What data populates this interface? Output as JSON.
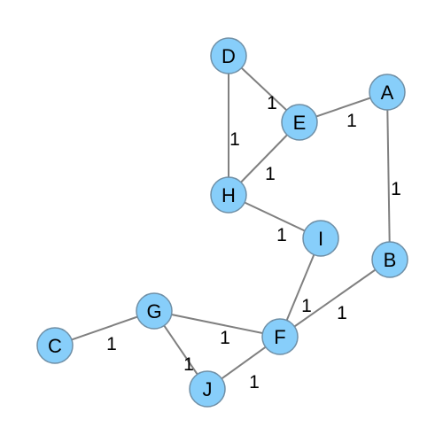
{
  "graph": {
    "nodes": [
      {
        "id": "A",
        "label": "A"
      },
      {
        "id": "B",
        "label": "B"
      },
      {
        "id": "C",
        "label": "C"
      },
      {
        "id": "D",
        "label": "D"
      },
      {
        "id": "E",
        "label": "E"
      },
      {
        "id": "F",
        "label": "F"
      },
      {
        "id": "G",
        "label": "G"
      },
      {
        "id": "H",
        "label": "H"
      },
      {
        "id": "I",
        "label": "I"
      },
      {
        "id": "J",
        "label": "J"
      }
    ],
    "edges": [
      {
        "source": "D",
        "target": "E",
        "weight": "1"
      },
      {
        "source": "D",
        "target": "H",
        "weight": "1"
      },
      {
        "source": "E",
        "target": "A",
        "weight": "1"
      },
      {
        "source": "E",
        "target": "H",
        "weight": "1"
      },
      {
        "source": "A",
        "target": "B",
        "weight": "1"
      },
      {
        "source": "H",
        "target": "I",
        "weight": "1"
      },
      {
        "source": "I",
        "target": "F",
        "weight": "1"
      },
      {
        "source": "B",
        "target": "F",
        "weight": "1"
      },
      {
        "source": "C",
        "target": "G",
        "weight": "1"
      },
      {
        "source": "G",
        "target": "F",
        "weight": "1"
      },
      {
        "source": "G",
        "target": "J",
        "weight": "1"
      },
      {
        "source": "J",
        "target": "F",
        "weight": "1"
      }
    ],
    "colors": {
      "node_fill": "#87cefa",
      "node_stroke": "#6f8fa6",
      "edge": "#808080",
      "text": "#000000"
    }
  }
}
